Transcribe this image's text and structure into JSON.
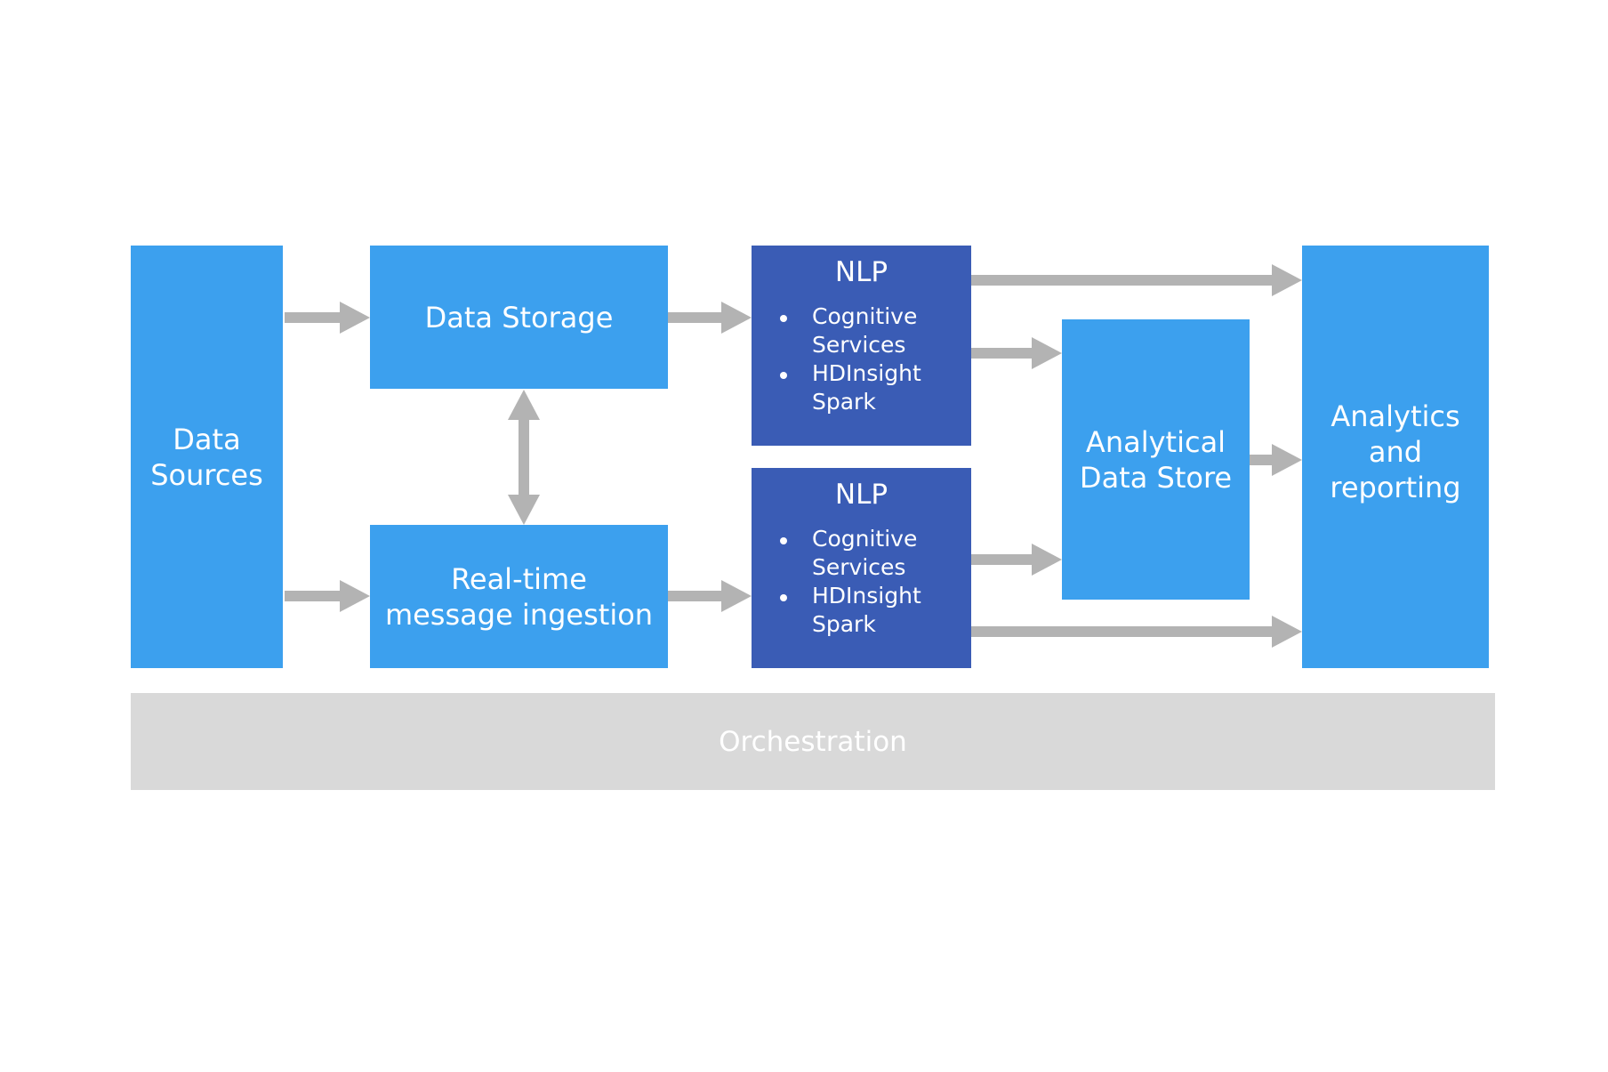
{
  "colors": {
    "box_light": "#3ca0ee",
    "box_dark": "#3a5cb5",
    "arrow": "#b3b3b3",
    "orchestration_bg": "#d9d9d9",
    "text": "#ffffff"
  },
  "nodes": {
    "data_sources": "Data\nSources",
    "data_storage": "Data Storage",
    "realtime": "Real-time\nmessage ingestion",
    "nlp_top": {
      "title": "NLP",
      "items": [
        "Cognitive\nServices",
        "HDInsight\nSpark"
      ]
    },
    "nlp_bottom": {
      "title": "NLP",
      "items": [
        "Cognitive\nServices",
        "HDInsight\nSpark"
      ]
    },
    "analytical_store": "Analytical\nData Store",
    "analytics": "Analytics\nand\nreporting",
    "orchestration": "Orchestration"
  },
  "edges": [
    {
      "from": "Data Sources",
      "to": "Data Storage"
    },
    {
      "from": "Data Sources",
      "to": "Real-time message ingestion"
    },
    {
      "from": "Data Storage",
      "to": "Real-time message ingestion",
      "bidirectional": true
    },
    {
      "from": "Data Storage",
      "to": "NLP (top)"
    },
    {
      "from": "Real-time message ingestion",
      "to": "NLP (bottom)"
    },
    {
      "from": "NLP (top)",
      "to": "Analytics and reporting"
    },
    {
      "from": "NLP (top)",
      "to": "Analytical Data Store"
    },
    {
      "from": "NLP (bottom)",
      "to": "Analytical Data Store"
    },
    {
      "from": "NLP (bottom)",
      "to": "Analytics and reporting"
    },
    {
      "from": "Analytical Data Store",
      "to": "Analytics and reporting"
    }
  ]
}
